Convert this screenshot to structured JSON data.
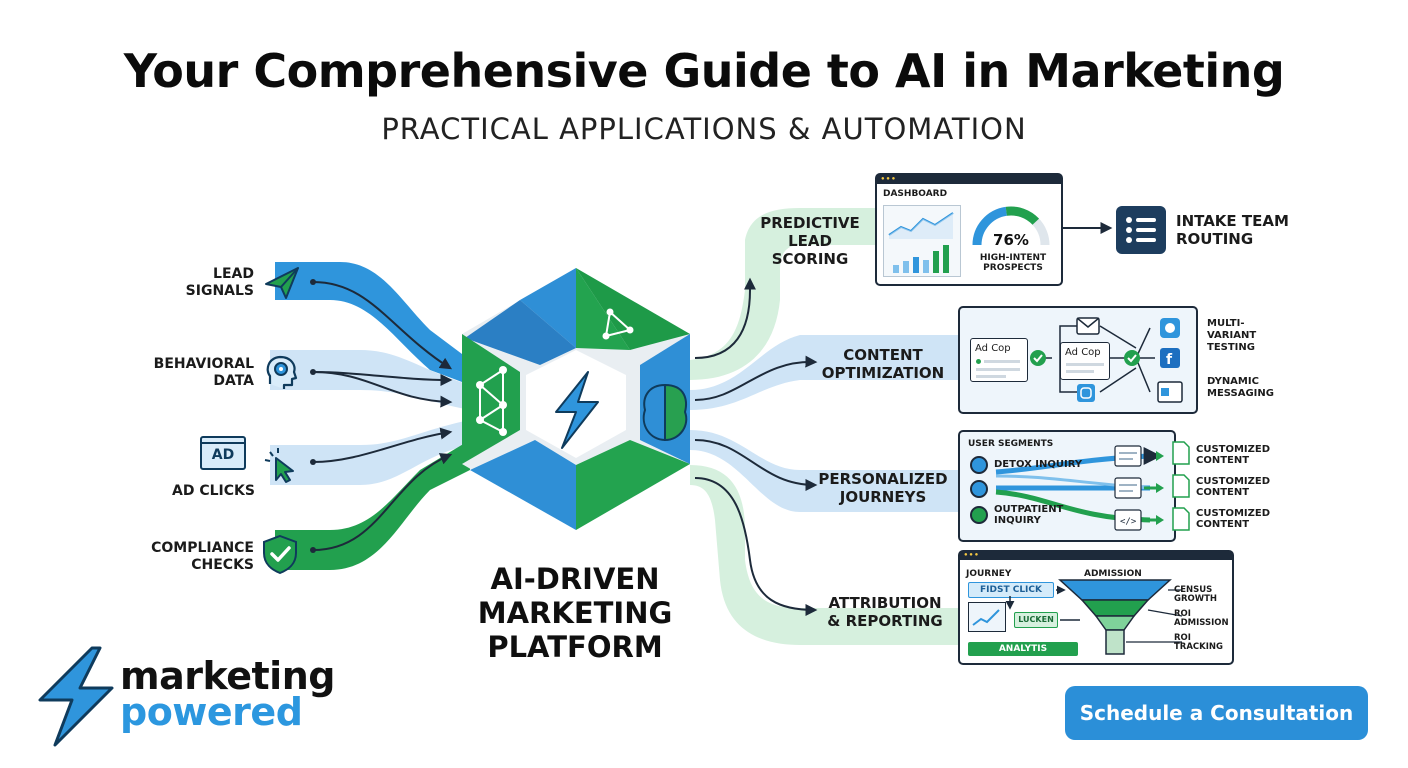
{
  "header": {
    "title": "Your Comprehensive Guide to AI in Marketing",
    "subtitle": "PRACTICAL APPLICATIONS & AUTOMATION"
  },
  "inputs": [
    {
      "line1": "LEAD",
      "line2": "SIGNALS",
      "icon": "paper-plane-icon"
    },
    {
      "line1": "BEHAVIORAL",
      "line2": "DATA",
      "icon": "head-gear-icon"
    },
    {
      "line1": "AD CLICKS",
      "line2": "",
      "icon": "ad-click-icon",
      "badge": "AD"
    },
    {
      "line1": "COMPLIANCE",
      "line2": "CHECKS",
      "icon": "shield-check-icon"
    }
  ],
  "center": {
    "line1": "AI-DRIVEN",
    "line2": "MARKETING",
    "line3": "PLATFORM"
  },
  "outputs": [
    {
      "line1": "PREDICTIVE",
      "line2": "LEAD SCORING"
    },
    {
      "line1": "CONTENT",
      "line2": "OPTIMIZATION"
    },
    {
      "line1": "PERSONALIZED",
      "line2": "JOURNEYS"
    },
    {
      "line1": "ATTRIBUTION",
      "line2": "& REPORTING"
    }
  ],
  "dashboard": {
    "title": "DASHBOARD",
    "gauge_value": "76%",
    "gauge_fraction": 0.76,
    "gauge_label1": "HIGH-INTENT",
    "gauge_label2": "PROSPECTS"
  },
  "intake": {
    "line1": "INTAKE TEAM",
    "line2": "ROUTING"
  },
  "content_opt": {
    "card1": "Ad Cop",
    "card2": "Ad Cop",
    "right1_line1": "MULTI-",
    "right1_line2": "VARIANT",
    "right1_line3": "TESTING",
    "right2_line1": "DYNAMIC",
    "right2_line2": "MESSAGING"
  },
  "segments": {
    "title": "USER SEGMENTS",
    "items": [
      "DETOX INQUIRY",
      "",
      "OUTPATIENT INQUIRY"
    ],
    "outputs": [
      {
        "line1": "CUSTOMIZED",
        "line2": "CONTENT"
      },
      {
        "line1": "CUSTOMIZED",
        "line2": "CONTENT"
      },
      {
        "line1": "CUSTOMIZED",
        "line2": "CONTENT"
      }
    ]
  },
  "attribution": {
    "col1": "JOURNEY",
    "col2": "ADMISSION",
    "tag1": "FIDST CLICK",
    "tag2": "LUCKEN",
    "tag3": "ANALYTIS",
    "right": [
      {
        "line1": "CENSUS",
        "line2": "GROWTH"
      },
      {
        "line1": "ROI",
        "line2": "ADMISSION"
      },
      {
        "line1": "ROI",
        "line2": "TRACKING"
      }
    ]
  },
  "logo": {
    "line1": "marketing",
    "line2": "powered"
  },
  "cta": {
    "label": "Schedule a Consultation"
  },
  "colors": {
    "blue": "#2c8fd8",
    "green": "#1f9a4a",
    "navy": "#1d2a3a",
    "light_blue_band": "#cfe6f8",
    "light_green_band": "#d6f0de"
  }
}
